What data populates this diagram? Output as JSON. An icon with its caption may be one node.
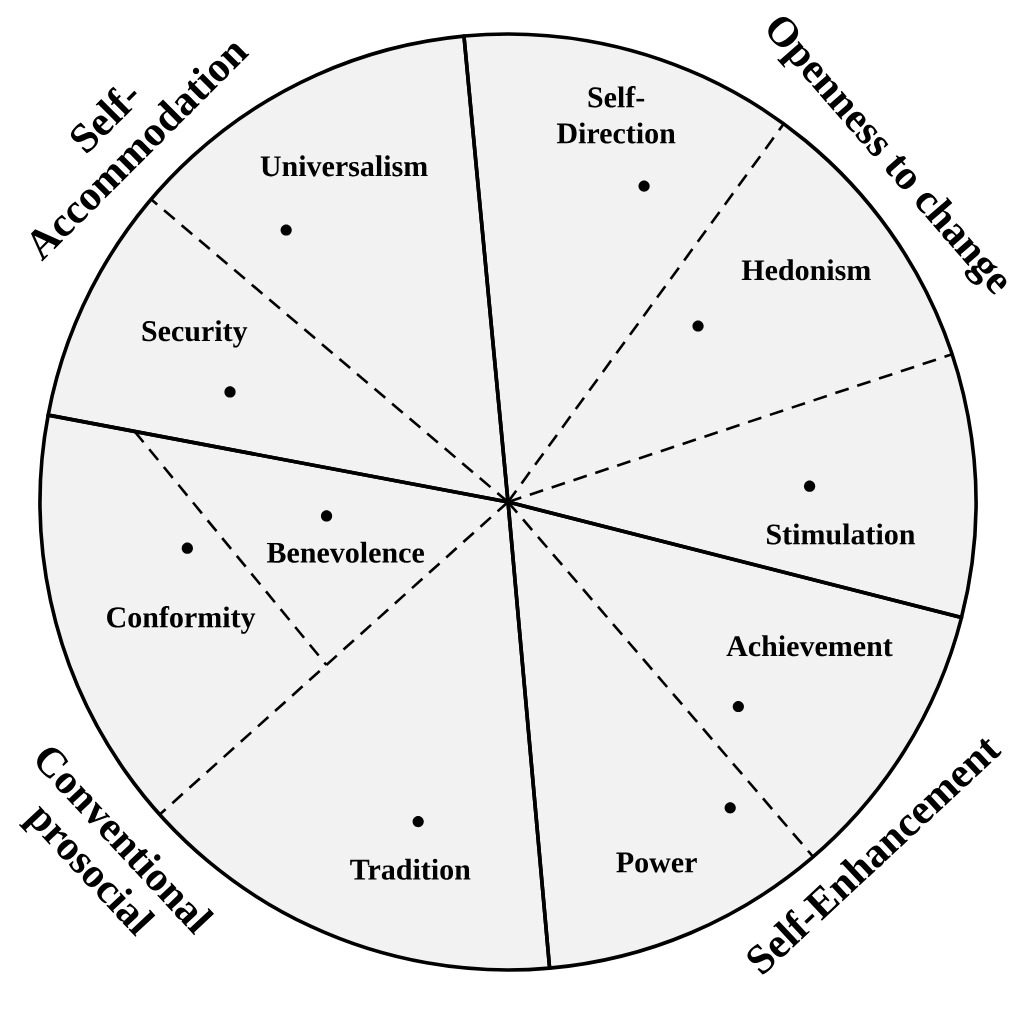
{
  "diagram": {
    "nodes": [
      {
        "text": [
          "Self- Accommodation"
        ]
      },
      {
        "text": [
          "Universalism"
        ],
        "in": 0
      },
      {
        "text": [
          "Security"
        ],
        "in": 0
      },
      {
        "text": [
          "Openness to change"
        ]
      },
      {
        "text": [
          "Self- Direction"
        ],
        "in": 3
      },
      {
        "text": [
          "Hedonism"
        ],
        "in": 3
      },
      {
        "text": [
          "Stimulation"
        ],
        "in": 3
      },
      {
        "text": [
          "Conventional prosocial"
        ]
      },
      {
        "text": [
          "Benevolence"
        ],
        "in": 7
      },
      {
        "text": [
          "Conformity"
        ],
        "in": 7
      },
      {
        "text": [
          "Tradition"
        ],
        "in": 7
      },
      {
        "text": [
          "Self-Enhancement"
        ]
      },
      {
        "text": [
          "Achievement"
        ],
        "in": 11
      },
      {
        "text": [
          "Power"
        ],
        "in": 11
      }
    ]
  }
}
